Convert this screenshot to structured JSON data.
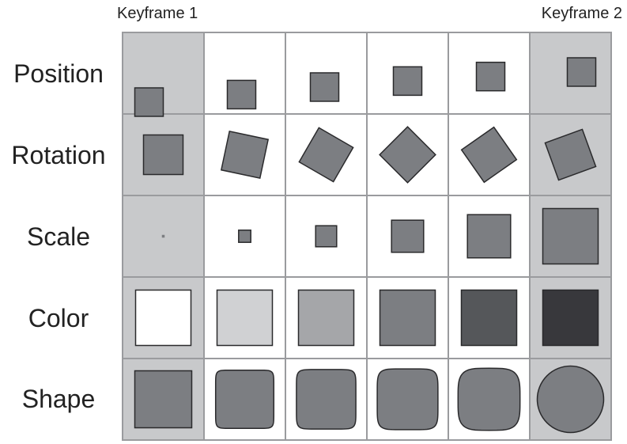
{
  "keyframes": {
    "first": "Keyframe 1",
    "last": "Keyframe 2"
  },
  "rows": [
    {
      "key": "position",
      "label": "Position"
    },
    {
      "key": "rotation",
      "label": "Rotation"
    },
    {
      "key": "scale",
      "label": "Scale"
    },
    {
      "key": "color",
      "label": "Color"
    },
    {
      "key": "shape",
      "label": "Shape"
    }
  ],
  "columns": 6,
  "colors": {
    "keyframe_cell": "#c8c9cb",
    "inbetween_cell": "#ffffff",
    "grid_line": "#9a9b9e",
    "shape_fill": "#7c7e82",
    "shape_stroke": "#2a2a2c",
    "color_steps": [
      "#ffffff",
      "#d0d1d3",
      "#a5a6a9",
      "#7c7e82",
      "#55575a",
      "#38383c"
    ]
  },
  "progressions": {
    "position_vertical_offset": [
      0,
      0.25,
      0.5,
      0.7,
      0.85,
      1.0
    ],
    "rotation_degrees": [
      0,
      12,
      30,
      45,
      55,
      70
    ],
    "scale_relative": [
      0.05,
      0.22,
      0.38,
      0.58,
      0.78,
      1.0
    ],
    "shape_roundness": [
      0,
      0.2,
      0.4,
      0.6,
      0.8,
      1.0
    ]
  }
}
